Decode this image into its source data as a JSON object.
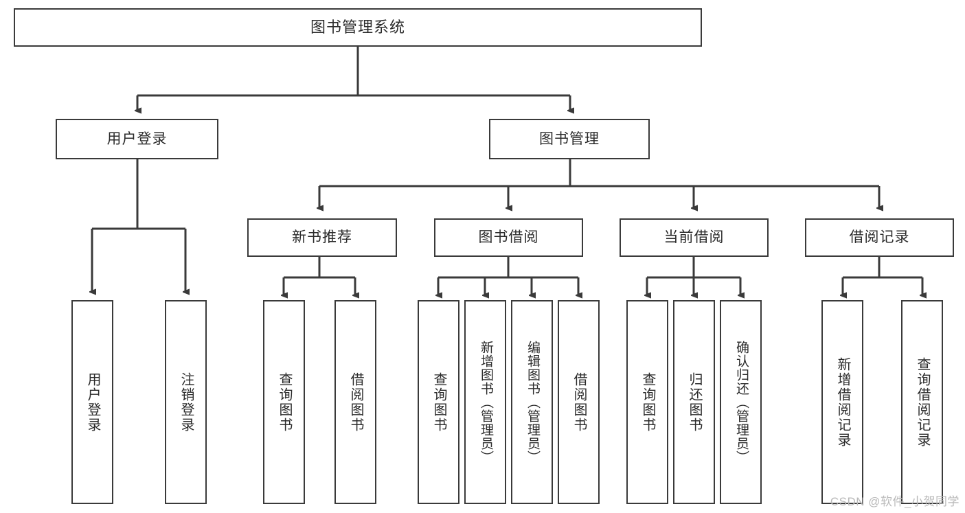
{
  "diagram": {
    "type": "tree-hierarchy-functional-decomposition",
    "title": "图书管理系统",
    "colors": {
      "stroke": "#3a3a3a",
      "fill": "#ffffff",
      "text": "#2b2b2b",
      "watermark": "#b9b9b9"
    },
    "root": {
      "label": "图书管理系统"
    },
    "level2": [
      {
        "label": "用户登录"
      },
      {
        "label": "图书管理"
      }
    ],
    "level3": [
      {
        "label": "新书推荐"
      },
      {
        "label": "图书借阅"
      },
      {
        "label": "当前借阅"
      },
      {
        "label": "借阅记录"
      }
    ],
    "leaves": {
      "user_login": [
        {
          "label": "用户登录"
        },
        {
          "label": "注销登录"
        }
      ],
      "new_book_recommend": [
        {
          "label": "查询图书"
        },
        {
          "label": "借阅图书"
        }
      ],
      "book_borrow": [
        {
          "label": "查询图书"
        },
        {
          "label": "新增图书（管理员）"
        },
        {
          "label": "编辑图书（管理员）"
        },
        {
          "label": "借阅图书"
        }
      ],
      "current_borrow": [
        {
          "label": "查询图书"
        },
        {
          "label": "归还图书"
        },
        {
          "label": "确认归还（管理员）"
        }
      ],
      "borrow_record": [
        {
          "label": "新增借阅记录"
        },
        {
          "label": "查询借阅记录"
        }
      ]
    }
  },
  "watermark": {
    "text": "CSDN @软件_小贺同学"
  }
}
